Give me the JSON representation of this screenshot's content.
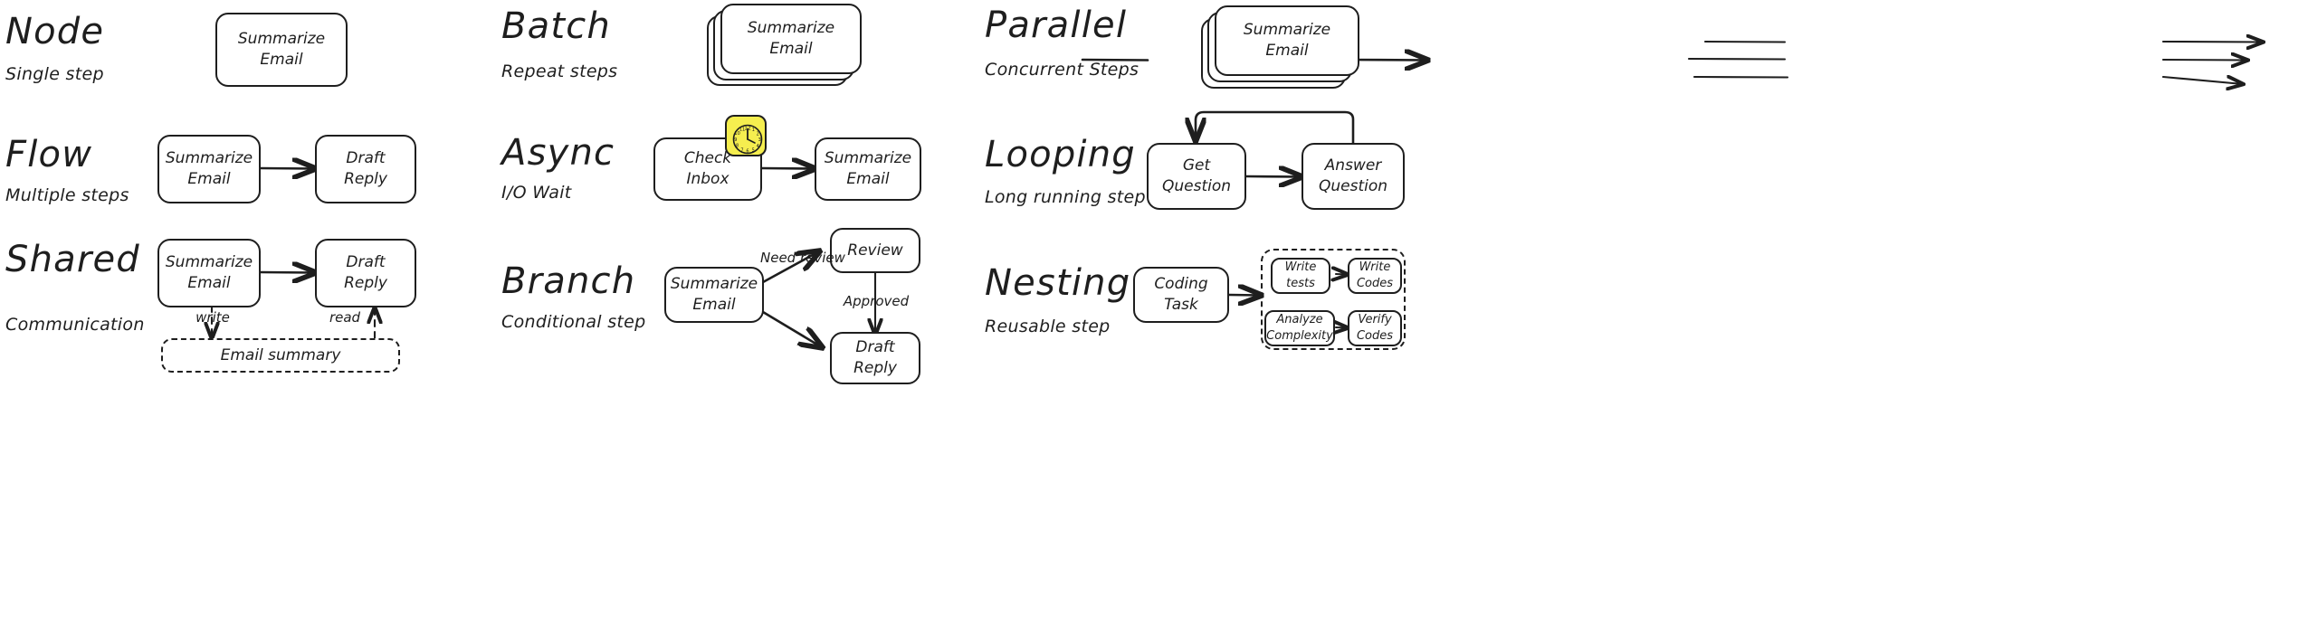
{
  "page": {
    "background": "#ffffff",
    "ink": "#1e1e1e",
    "highlight": "#f5ee4f",
    "style": "hand-drawn sketch diagram"
  },
  "sections": [
    {
      "id": "node",
      "title": "Node",
      "subtitle": "Single step",
      "nodes": [
        {
          "label": "Summarize\nEmail"
        }
      ]
    },
    {
      "id": "batch",
      "title": "Batch",
      "subtitle": "Repeat steps",
      "nodes": [
        {
          "label": "Summarize\nEmail"
        }
      ],
      "stack_count": 3,
      "inputs": 1,
      "outputs": 1
    },
    {
      "id": "parallel",
      "title": "Parallel",
      "subtitle": "Concurrent Steps",
      "nodes": [
        {
          "label": "Summarize\nEmail"
        }
      ],
      "stack_count": 3,
      "inputs": 3,
      "outputs": 3
    },
    {
      "id": "flow",
      "title": "Flow",
      "subtitle": "Multiple steps",
      "nodes": [
        {
          "label": "Summarize\nEmail"
        },
        {
          "label": "Draft\nReply"
        }
      ]
    },
    {
      "id": "async",
      "title": "Async",
      "subtitle": "I/O Wait",
      "nodes": [
        {
          "label": "Check\nInbox"
        },
        {
          "label": "Summarize\nEmail"
        }
      ],
      "badge": "clock-icon"
    },
    {
      "id": "looping",
      "title": "Looping",
      "subtitle": "Long running step",
      "nodes": [
        {
          "label": "Get\nQuestion"
        },
        {
          "label": "Answer\nQuestion"
        }
      ]
    },
    {
      "id": "shared",
      "title": "Shared",
      "subtitle": "Communication",
      "nodes": [
        {
          "label": "Summarize\nEmail"
        },
        {
          "label": "Draft\nReply"
        }
      ],
      "store": {
        "label": "Email summary"
      },
      "edge_labels": [
        "write",
        "read"
      ]
    },
    {
      "id": "branch",
      "title": "Branch",
      "subtitle": "Conditional step",
      "nodes": [
        {
          "label": "Summarize\nEmail"
        },
        {
          "label": "Review"
        },
        {
          "label": "Draft\nReply"
        }
      ],
      "edge_labels": [
        "Need\nreview",
        "Approved"
      ]
    },
    {
      "id": "nesting",
      "title": "Nesting",
      "subtitle": "Reusable step",
      "nodes": [
        {
          "label": "Coding\nTask"
        }
      ],
      "inner_nodes": [
        {
          "label": "Write\ntests"
        },
        {
          "label": "Write\nCodes"
        },
        {
          "label": "Analyze\nComplexity"
        },
        {
          "label": "Verify\nCodes"
        }
      ]
    }
  ]
}
